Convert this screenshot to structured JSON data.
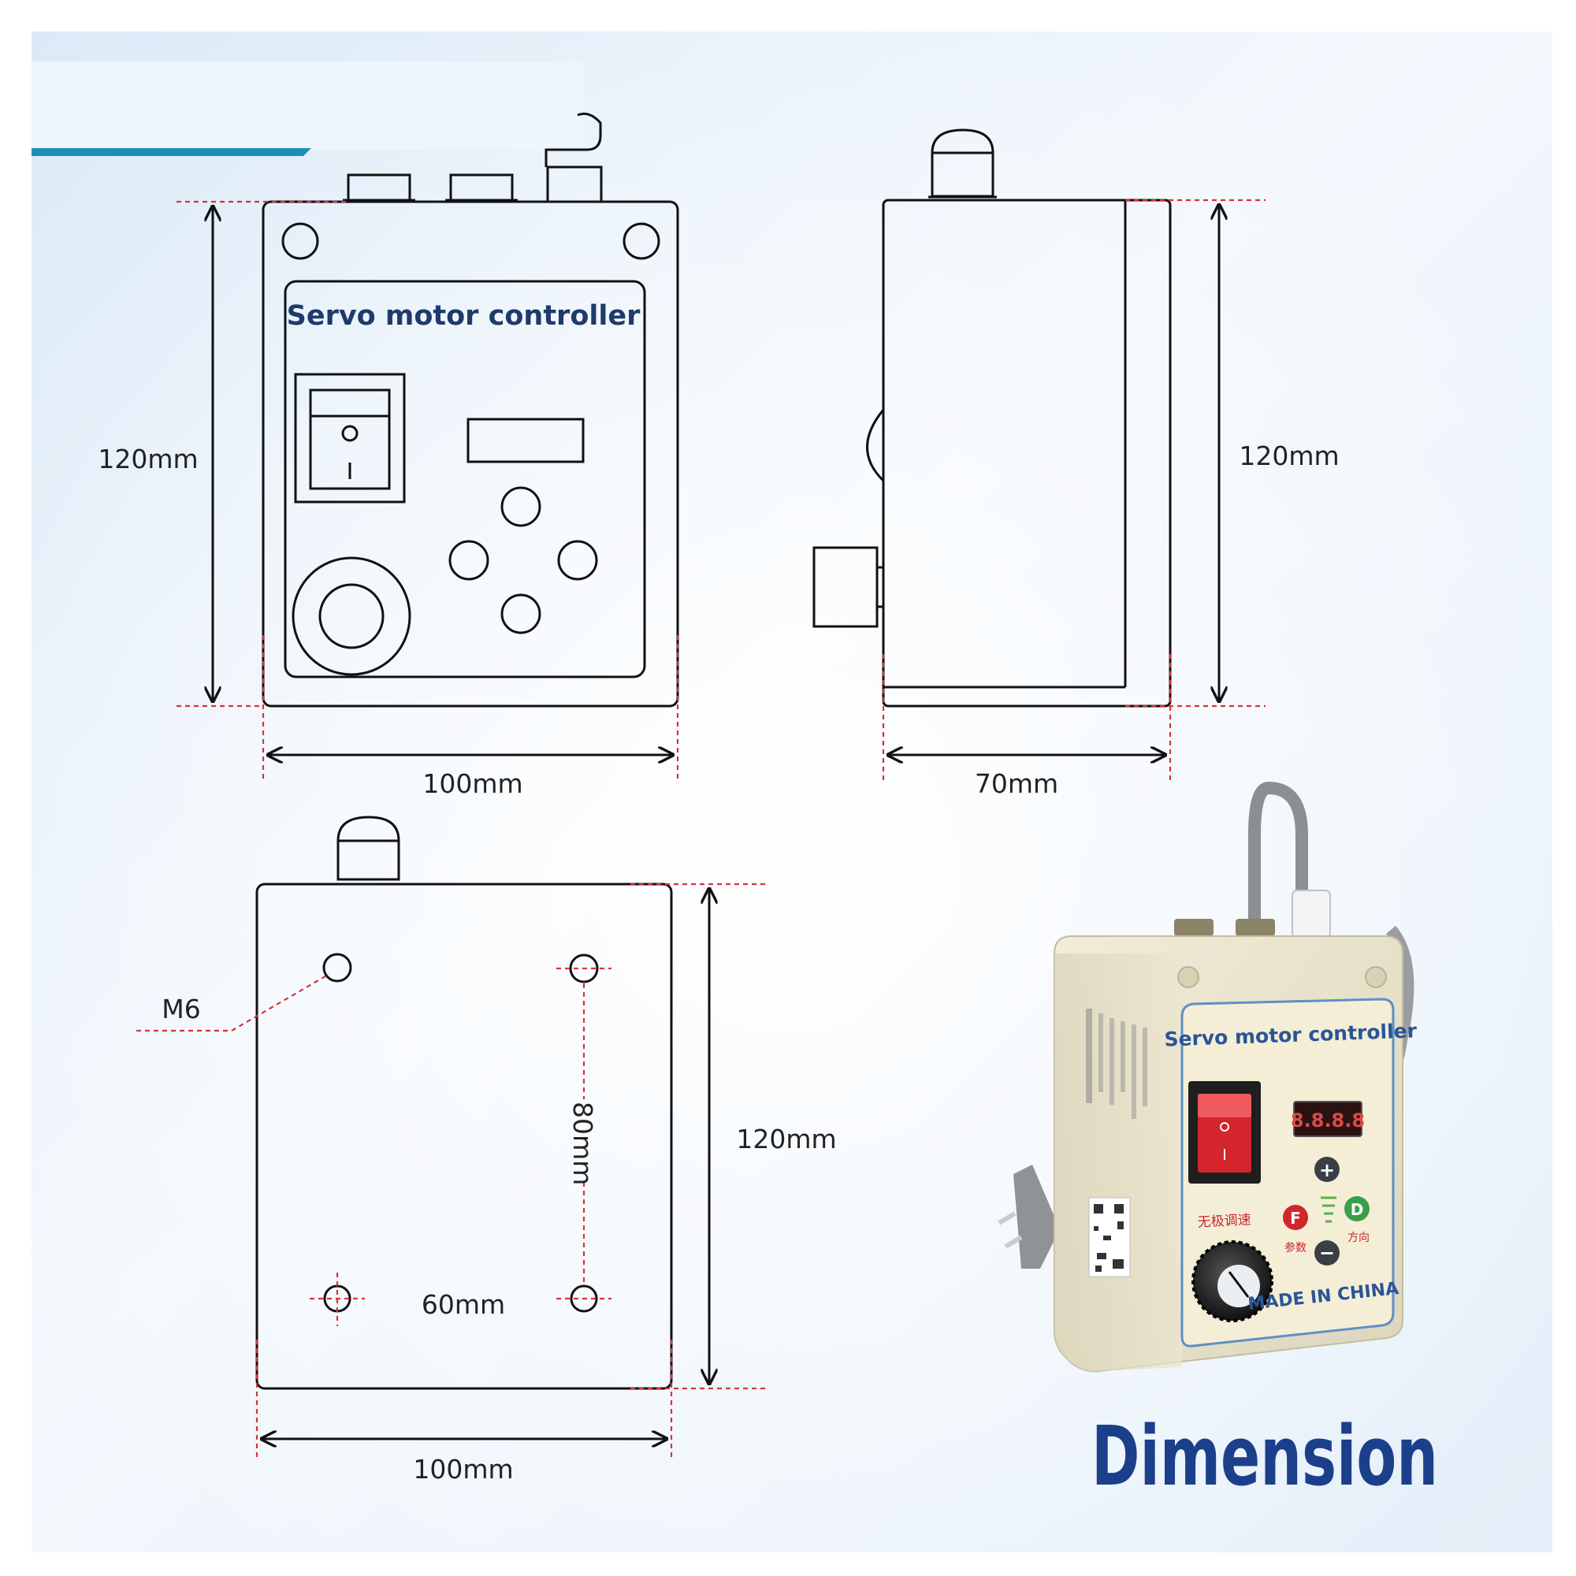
{
  "colors": {
    "accent_line": "#1a8fb5",
    "dimension_red": "#d8323c",
    "title_blue": "#1c3f8c",
    "label_blue": "#1f3a6b"
  },
  "front_view": {
    "panel_title": "Servo motor controller",
    "height_label": "120mm",
    "width_label": "100mm"
  },
  "side_view": {
    "height_label": "120mm",
    "depth_label": "70mm"
  },
  "back_view": {
    "hole_label": "M6",
    "hole_vertical_spacing": "80mm",
    "hole_horizontal_spacing": "60mm",
    "height_label": "120mm",
    "width_label": "100mm"
  },
  "photo": {
    "panel_title": "Servo motor controller",
    "speed_label": "无极调速",
    "param_label": "参数",
    "direction_label": "方向",
    "f_key": "F",
    "d_key": "D",
    "plus_key": "+",
    "minus_key": "−",
    "display_value": "8.8.8.8",
    "made_in": "MADE IN CHINA"
  },
  "page_title": "Dimension"
}
